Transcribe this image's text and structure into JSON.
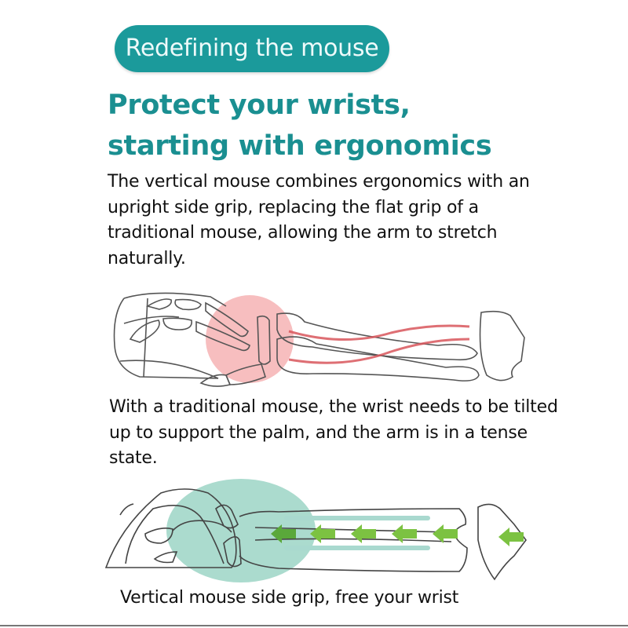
{
  "banner": {
    "label": "Redefining the mouse"
  },
  "headline": {
    "line1": "Protect your wrists,",
    "line2": "starting with ergonomics"
  },
  "intro": {
    "text": "The vertical mouse combines ergonomics with an upright side grip, replacing the flat grip of a traditional mouse, allowing the arm to stretch naturally."
  },
  "illustrations": [
    {
      "name": "traditional-mouse-arm",
      "highlight_color": "#f4a9ab",
      "tendon_color": "#d9565c",
      "caption": "With a traditional mouse, the wrist needs to be tilted up to support the palm, and the arm is in a tense state."
    },
    {
      "name": "vertical-mouse-arm",
      "highlight_color": "#8fcfbd",
      "arrow_color": "#7cc242",
      "guide_color": "#a9d9cf",
      "caption": "Vertical mouse side grip, free your wrist"
    }
  ],
  "colors": {
    "accent": "#1b9a9b",
    "headline": "#1a8f91",
    "body_text": "#111111"
  }
}
